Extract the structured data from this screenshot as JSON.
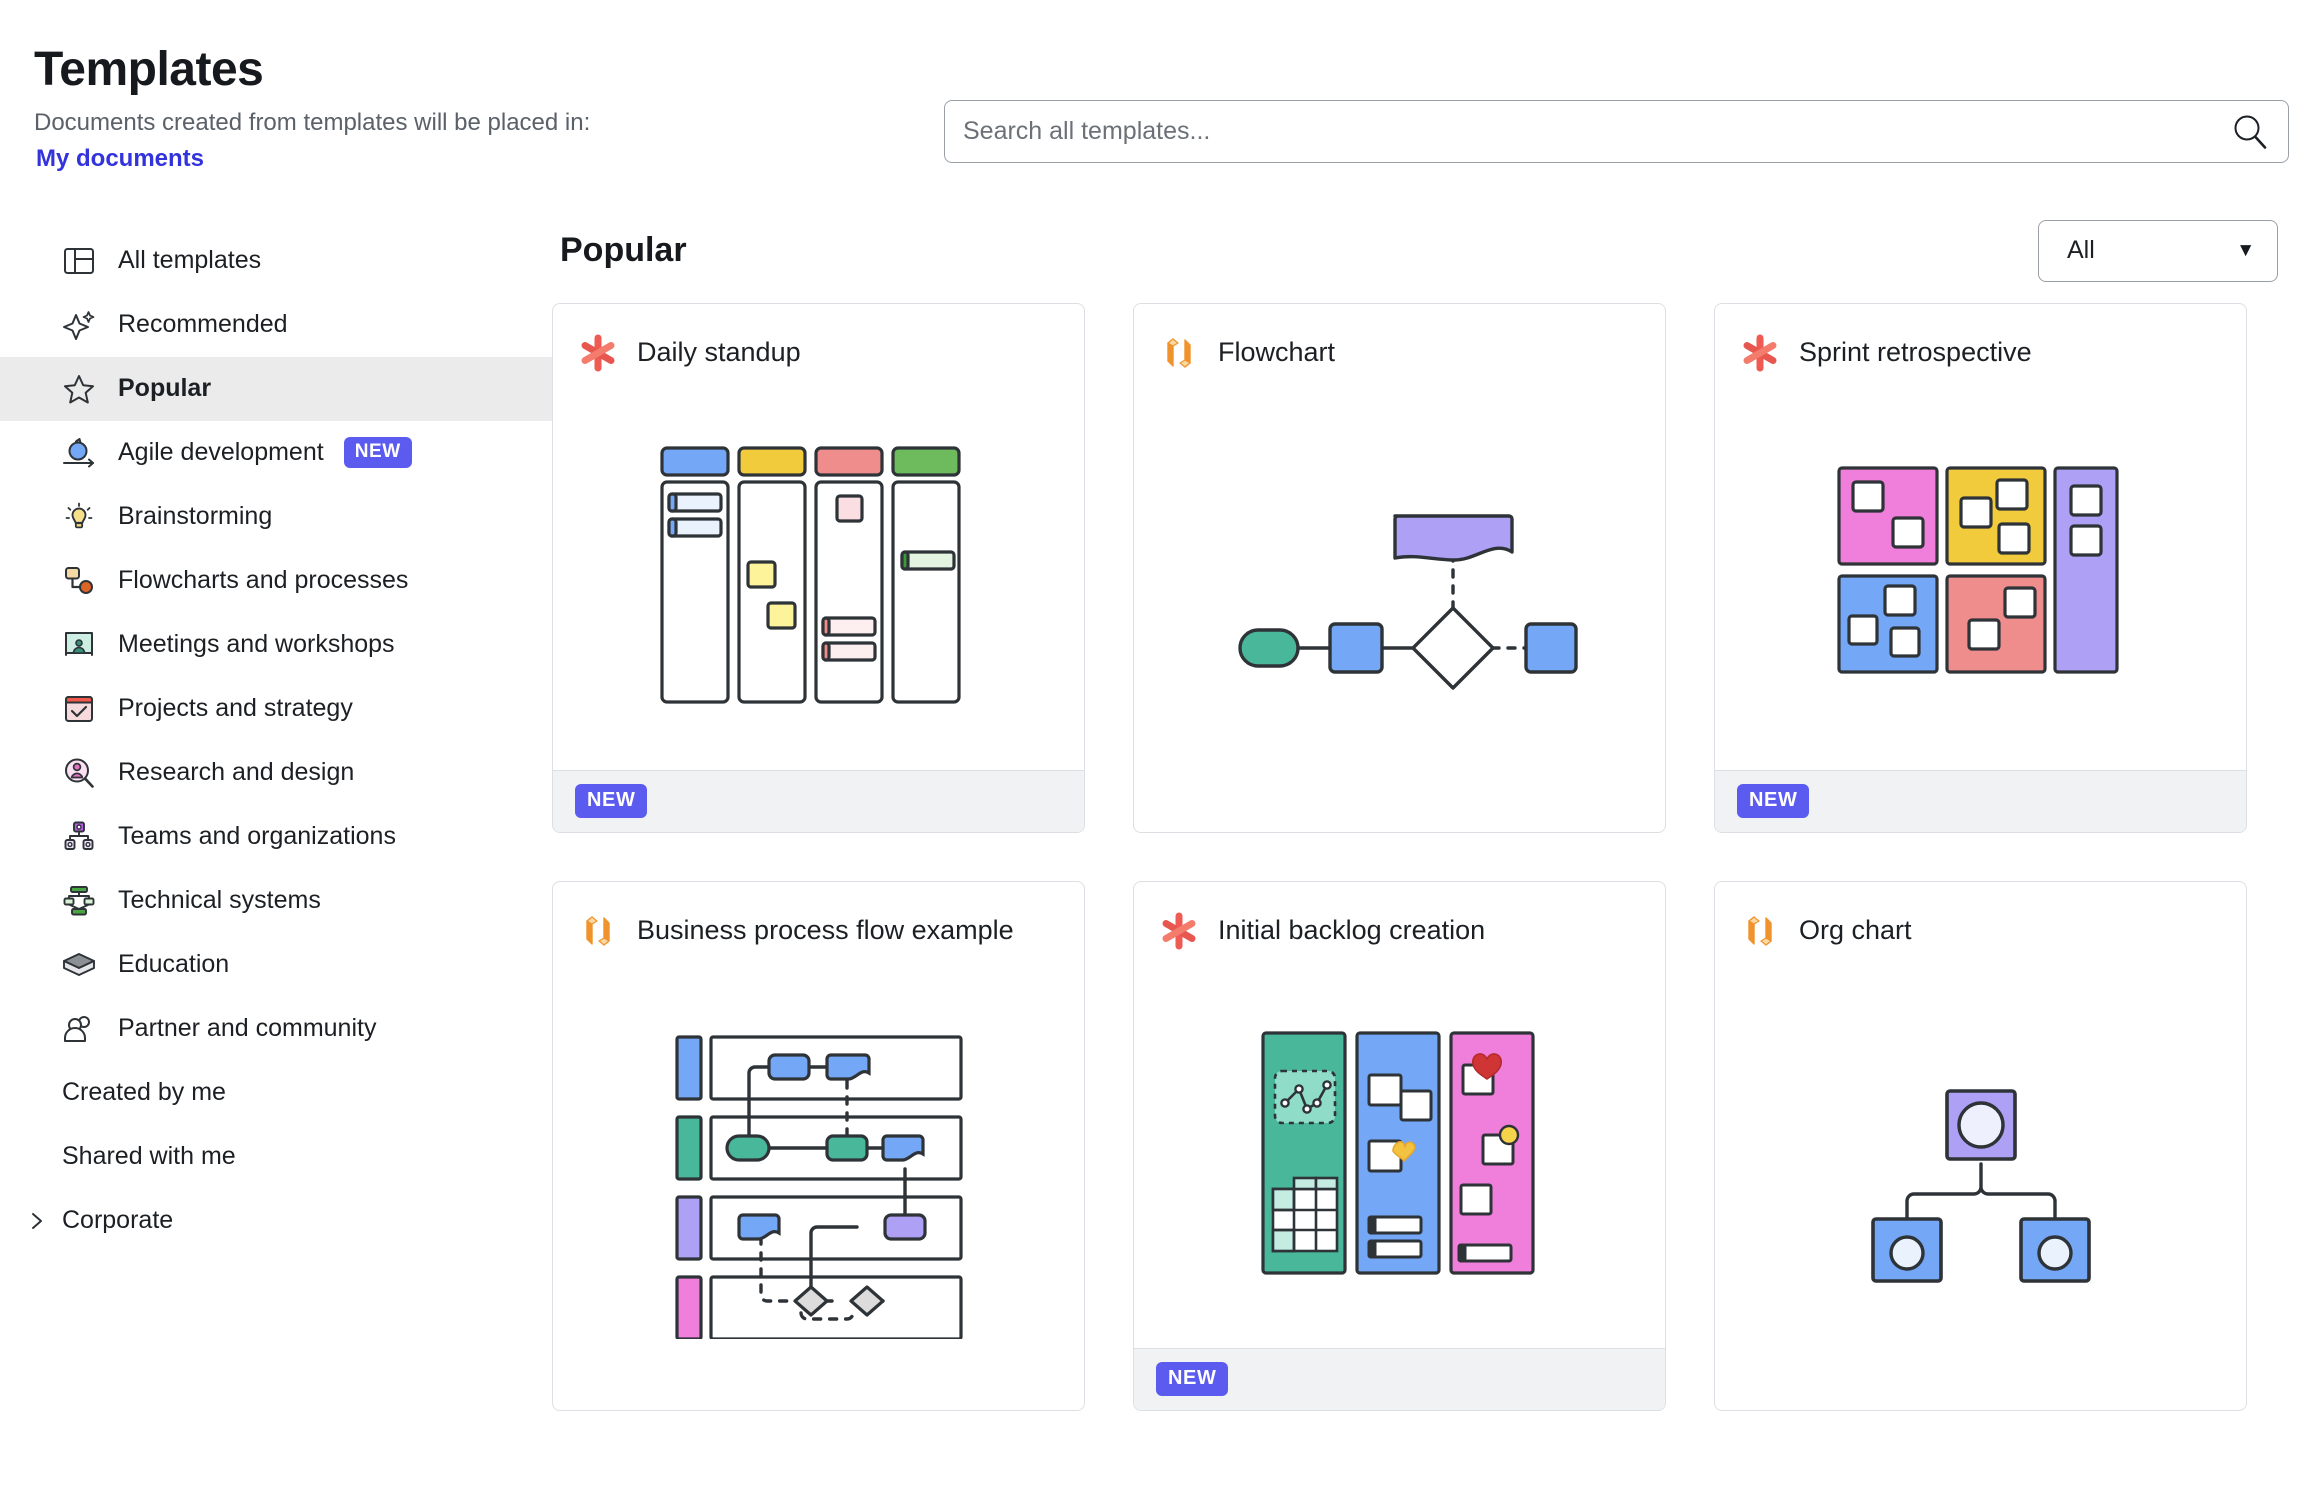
{
  "header": {
    "title": "Templates",
    "subtitle": "Documents created from templates will be placed in:",
    "destination": "My documents"
  },
  "search": {
    "placeholder": "Search all templates...",
    "value": "",
    "icon": "search-icon"
  },
  "sidebar": {
    "items": [
      {
        "label": "All templates",
        "icon": "layout-icon",
        "selected": false,
        "badge": ""
      },
      {
        "label": "Recommended",
        "icon": "sparkle-icon",
        "selected": false,
        "badge": ""
      },
      {
        "label": "Popular",
        "icon": "star-icon",
        "selected": true,
        "badge": ""
      },
      {
        "label": "Agile development",
        "icon": "agile-loop-icon",
        "selected": false,
        "badge": "NEW"
      },
      {
        "label": "Brainstorming",
        "icon": "lightbulb-icon",
        "selected": false,
        "badge": ""
      },
      {
        "label": "Flowcharts and processes",
        "icon": "flowchart-icon",
        "selected": false,
        "badge": ""
      },
      {
        "label": "Meetings and workshops",
        "icon": "whiteboard-icon",
        "selected": false,
        "badge": ""
      },
      {
        "label": "Projects and strategy",
        "icon": "checklist-icon",
        "selected": false,
        "badge": ""
      },
      {
        "label": "Research and design",
        "icon": "user-search-icon",
        "selected": false,
        "badge": ""
      },
      {
        "label": "Teams and organizations",
        "icon": "org-tree-icon",
        "selected": false,
        "badge": ""
      },
      {
        "label": "Technical systems",
        "icon": "system-nodes-icon",
        "selected": false,
        "badge": ""
      },
      {
        "label": "Education",
        "icon": "graduation-cap-icon",
        "selected": false,
        "badge": ""
      },
      {
        "label": "Partner and community",
        "icon": "people-icon",
        "selected": false,
        "badge": ""
      }
    ],
    "plain_items": [
      {
        "label": "Created by me"
      },
      {
        "label": "Shared with me"
      }
    ],
    "expandable": {
      "label": "Corporate",
      "icon": "chevron-right-icon",
      "expanded": false
    }
  },
  "main": {
    "section_title": "Popular",
    "filter": {
      "value": "All",
      "caret": "chevron-down-icon"
    },
    "cards": [
      {
        "title": "Daily standup",
        "logo": "confluence-asterisk-icon",
        "badge": "NEW",
        "art": "kanban"
      },
      {
        "title": "Flowchart",
        "logo": "lucid-cube-icon",
        "badge": "",
        "art": "flowchart"
      },
      {
        "title": "Sprint retrospective",
        "logo": "confluence-asterisk-icon",
        "badge": "NEW",
        "art": "retro"
      },
      {
        "title": "Business process flow example",
        "logo": "lucid-cube-icon",
        "badge": "",
        "art": "swimlane"
      },
      {
        "title": "Initial backlog creation",
        "logo": "confluence-asterisk-icon",
        "badge": "NEW",
        "art": "backlog"
      },
      {
        "title": "Org chart",
        "logo": "lucid-cube-icon",
        "badge": "",
        "art": "orgchart"
      }
    ]
  },
  "colors": {
    "accent_blue": "#3333dd",
    "badge_new": "#5b5bf0",
    "selected_row": "#ebebeb",
    "card_border": "#dcdfe3",
    "card_footer": "#f1f2f4",
    "stroke_dark": "#2e3338",
    "art_blue": "#74a7f5",
    "art_yellow": "#f2cb3c",
    "art_red": "#ef8d8d",
    "art_green": "#6dbb5c",
    "art_teal": "#49b79a",
    "art_purple": "#aea0f5",
    "art_pink": "#f07fdb",
    "art_magenta": "#ef7bd4"
  }
}
